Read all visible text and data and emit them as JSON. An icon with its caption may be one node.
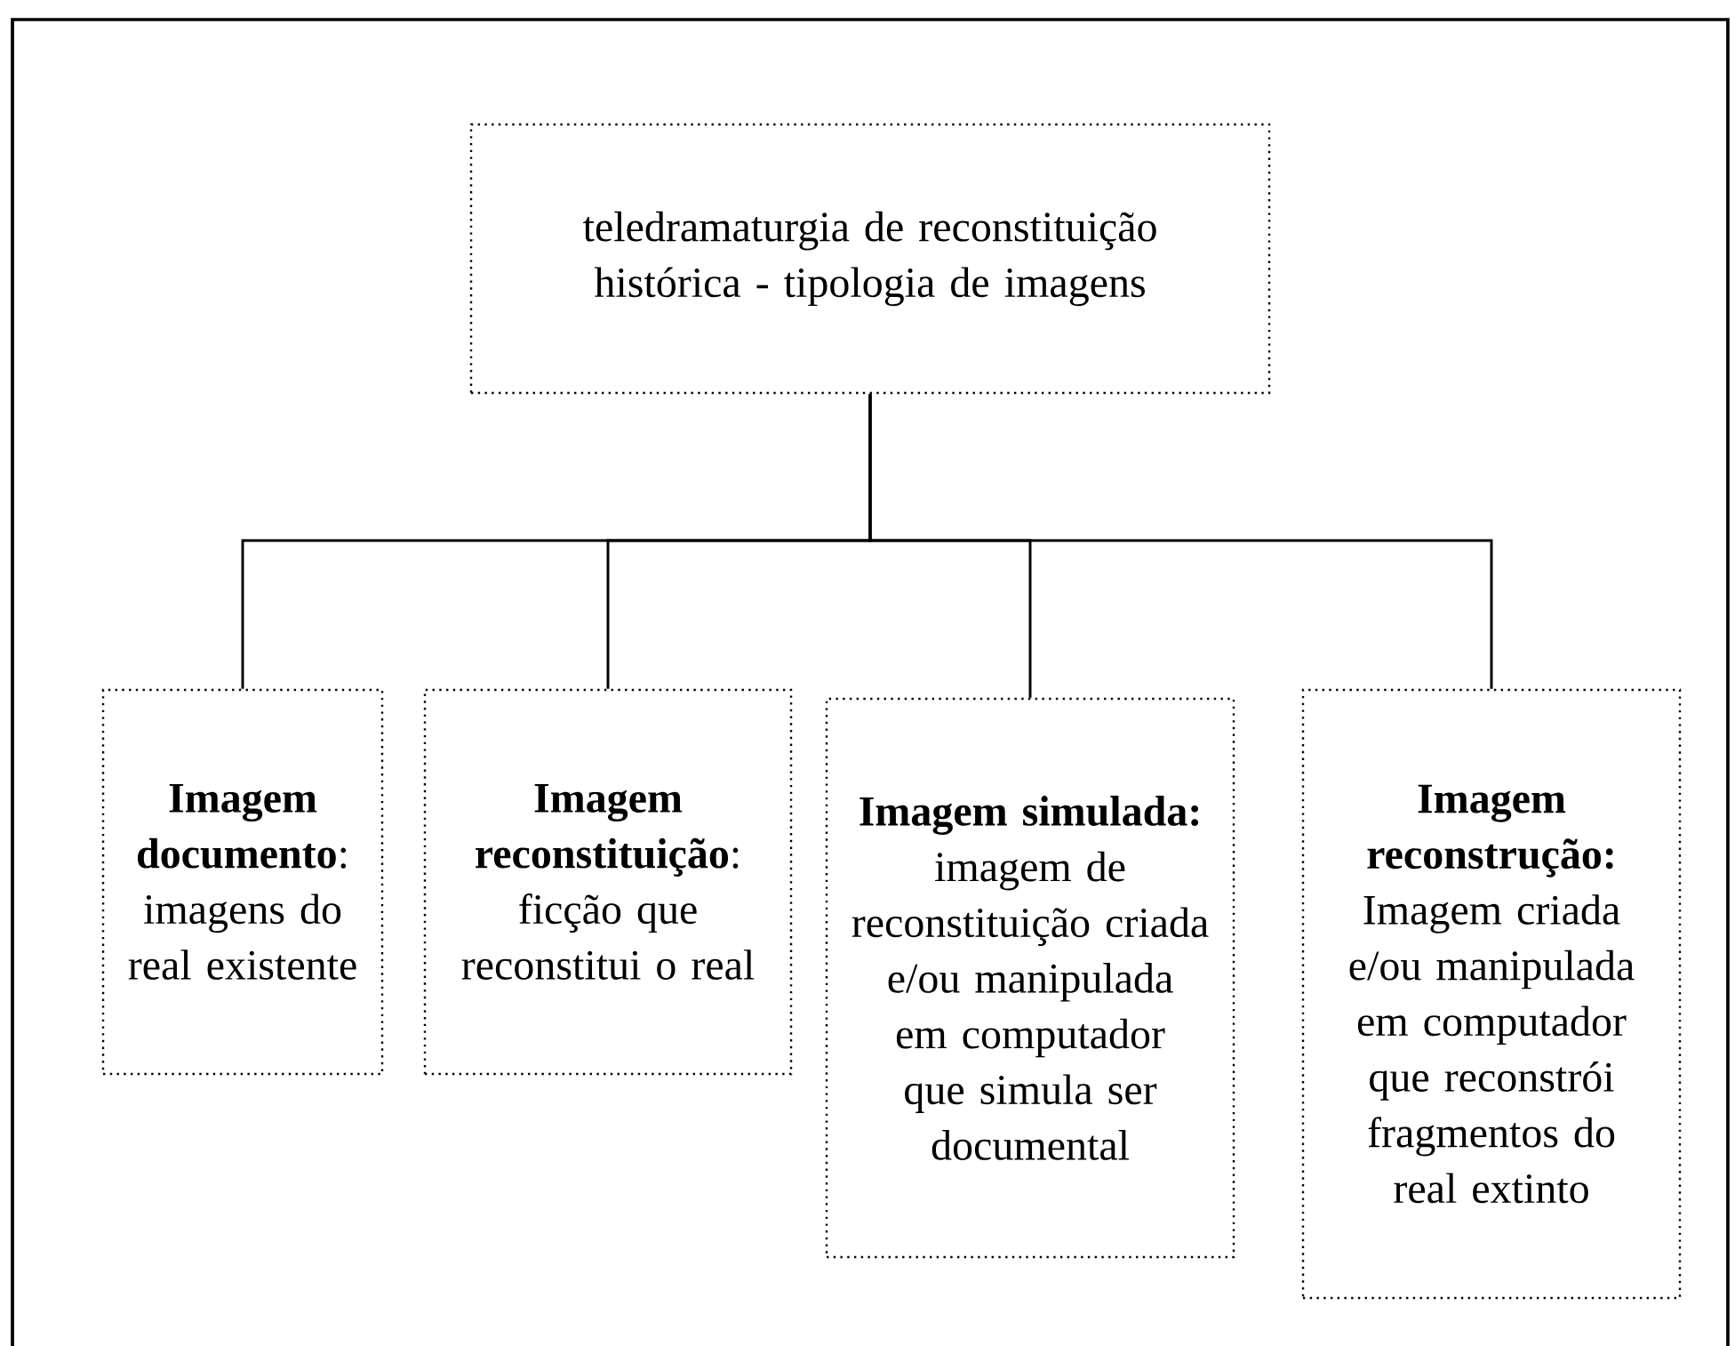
{
  "diagram": {
    "nodes": [
      {
        "text": [
          "teledramaturgia de reconstituição histórica - tipologia de imagens"
        ]
      },
      {
        "text": [
          "**Imagem documento**: imagens do real existente"
        ]
      },
      {
        "text": [
          "**Imagem reconstituição**: ficção que reconstitui o real"
        ]
      },
      {
        "text": [
          "**Imagem simulada:** imagem de reconstituição criada e/ou manipulada em computador que simula ser documental"
        ]
      },
      {
        "text": [
          "**Imagem reconstrução:** Imagem criada e/ou manipulada em computador que reconstrói fragmentos do real extinto"
        ]
      }
    ],
    "edges": [
      {
        "from": 0,
        "to": 1,
        "arrow": "none"
      },
      {
        "from": 0,
        "to": 2,
        "arrow": "none"
      },
      {
        "from": 0,
        "to": 3,
        "arrow": "none"
      },
      {
        "from": 0,
        "to": 4,
        "arrow": "none"
      }
    ]
  }
}
